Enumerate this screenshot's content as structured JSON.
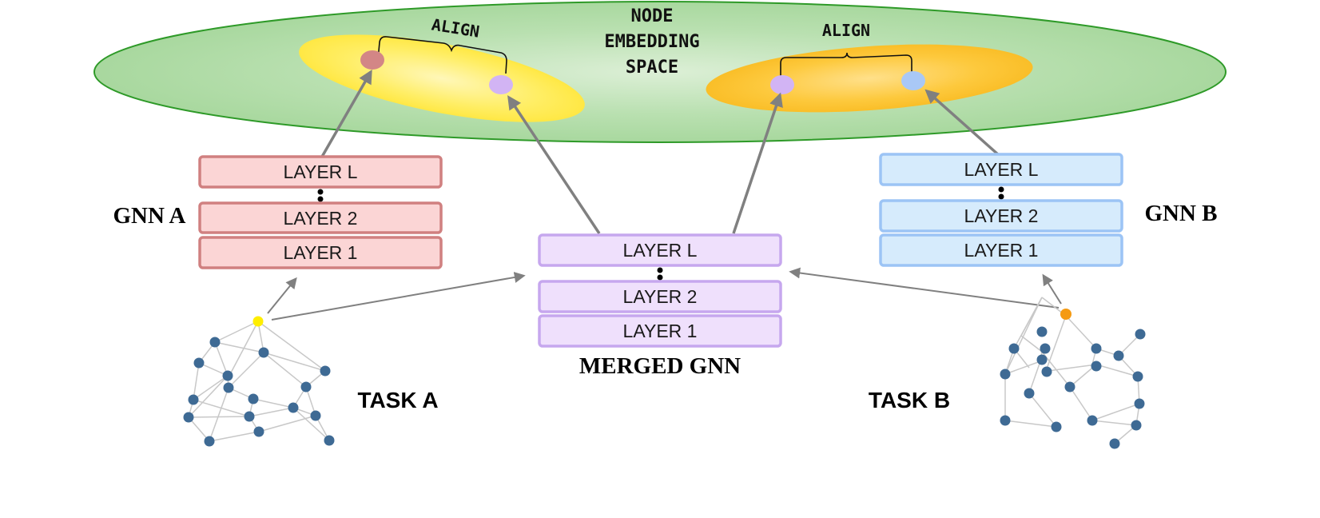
{
  "embedding_space": {
    "title_lines": [
      "NODE",
      "EMBEDDING",
      "SPACE"
    ],
    "align_left": "ALIGN",
    "align_right": "ALIGN"
  },
  "gnn_a": {
    "label": "GNN A",
    "layers": [
      "LAYER L",
      "LAYER 2",
      "LAYER 1"
    ]
  },
  "gnn_b": {
    "label": "GNN B",
    "layers": [
      "LAYER L",
      "LAYER 2",
      "LAYER 1"
    ]
  },
  "merged_gnn": {
    "label": "MERGED GNN",
    "layers": [
      "LAYER L",
      "LAYER 2",
      "LAYER 1"
    ]
  },
  "task_a": {
    "label": "TASK A"
  },
  "task_b": {
    "label": "TASK B"
  },
  "colors": {
    "space_fill": "#a8d8a0",
    "space_stroke": "#2e9a28",
    "cluster_yellow": "#ffe84a",
    "cluster_orange": "#fbbf24",
    "gnn_a_fill": "#fbd5d5",
    "gnn_a_stroke": "#d08080",
    "gnn_b_fill": "#d6ebfc",
    "gnn_b_stroke": "#9cc4f5",
    "merged_fill": "#efe0fc",
    "merged_stroke": "#c6a7ee",
    "node_a_embed": "#d38686",
    "node_merged_embed": "#d2b4f4",
    "node_b_embed": "#a9c8f6",
    "graph_node": "#3e6a94",
    "graph_edge": "#c8c8c8",
    "node_a_source": "#ffee00",
    "node_b_source": "#f59a12",
    "arrow": "#808080"
  }
}
